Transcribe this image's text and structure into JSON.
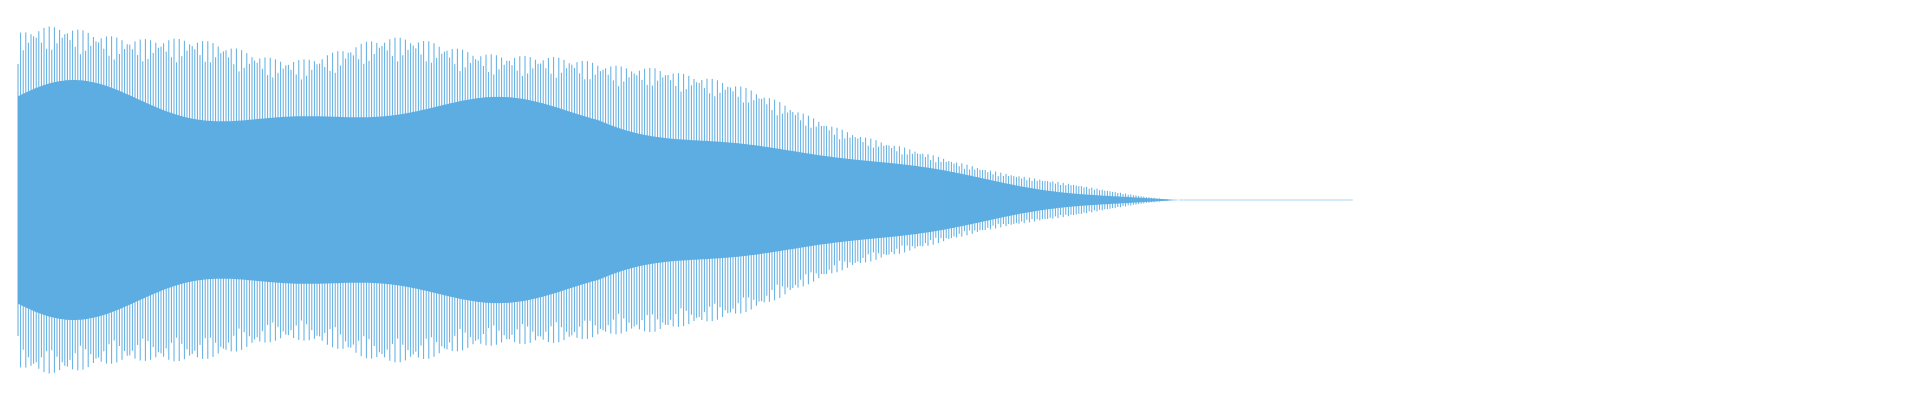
{
  "waveform": {
    "color": "#5DADE2",
    "centerline_color": "#5DADE2",
    "description_shape": "decaying",
    "envelope": {
      "outer_peak_start": 1.0,
      "outer_peak_end": 0.0,
      "inner_peak_start": 0.58,
      "inner_peak_end": 0.0
    },
    "tone_fraction_of_width": 0.605,
    "tail_fraction_of_width": 0.09
  }
}
